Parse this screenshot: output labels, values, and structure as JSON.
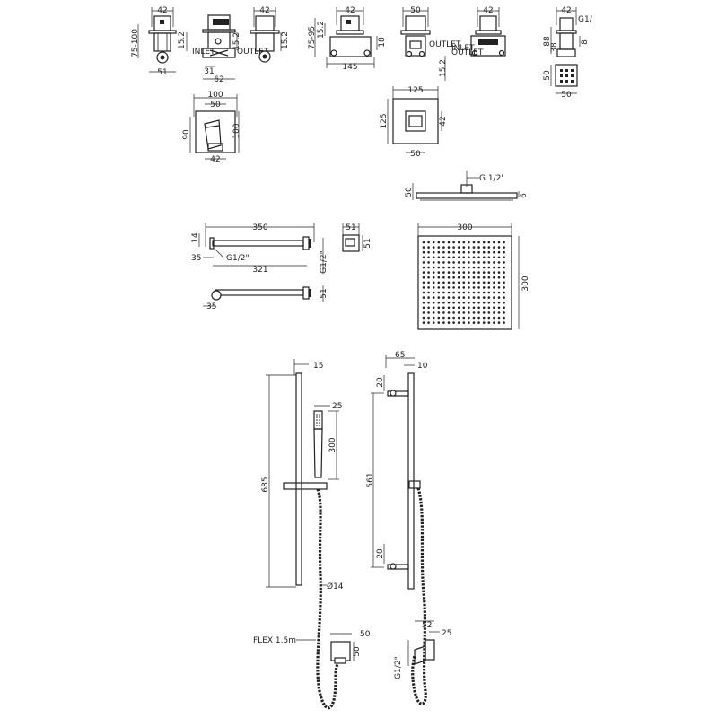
{
  "valves": {
    "v1": {
      "width_top": "42",
      "width_bottom": "51",
      "height_range": "75-100",
      "dim_right": "15.2"
    },
    "v2": {
      "dim_right": "15.2",
      "small_left": "31",
      "width_bottom": "62",
      "tag1": "INLET",
      "tag2": "OUTLET"
    },
    "v3": {
      "width_top": "42",
      "dim_right": "15.2"
    },
    "v4": {
      "width_top": "42",
      "height_range": "75-95",
      "dim_right": "15.2",
      "right_small": "18",
      "width_bottom": "145"
    },
    "v5": {
      "width_top": "50",
      "tag": "OUTLET",
      "dim_right": "15.2"
    },
    "v6": {
      "width_top": "42",
      "tag1": "INLET",
      "tag2": "OUTLET"
    },
    "v7": {
      "width_top": "42",
      "thread": "G1/",
      "h_top": "88",
      "h_mid": "38",
      "h_small": "8",
      "plate_h": "50",
      "plate_w": "50"
    }
  },
  "handle": {
    "width": "100",
    "inner": "50",
    "height_left": "90",
    "height_right": "100",
    "width_bottom": "42"
  },
  "plate": {
    "width_top": "125",
    "height": "125",
    "inner": "42",
    "width_bottom": "50"
  },
  "head_side": {
    "thread": "G 1/2'",
    "height_left": "50",
    "thickness": "6"
  },
  "head_top": {
    "width": "300",
    "height": "300"
  },
  "arm_top": {
    "length": "350",
    "height": "14",
    "offset": "35",
    "thread": "G1/2\"",
    "inner_length": "321"
  },
  "arm_end": {
    "width": "51",
    "height": "51"
  },
  "arm_side": {
    "thread": "G1/2\"",
    "offset": "35",
    "height": "51"
  },
  "rail_front": {
    "top_width": "15",
    "handset_width": "25",
    "handset_length": "300",
    "total_length": "685",
    "diameter": "Ø14",
    "hose_label": "FLEX 1.5m",
    "outlet_w": "50",
    "outlet_h": "50"
  },
  "rail_side": {
    "offset": "65",
    "width": "10",
    "bracket_top": "20",
    "centres": "561",
    "bracket_bottom": "20",
    "outlet_depth": "52",
    "outlet_small": "25",
    "thread": "G1/2\""
  }
}
